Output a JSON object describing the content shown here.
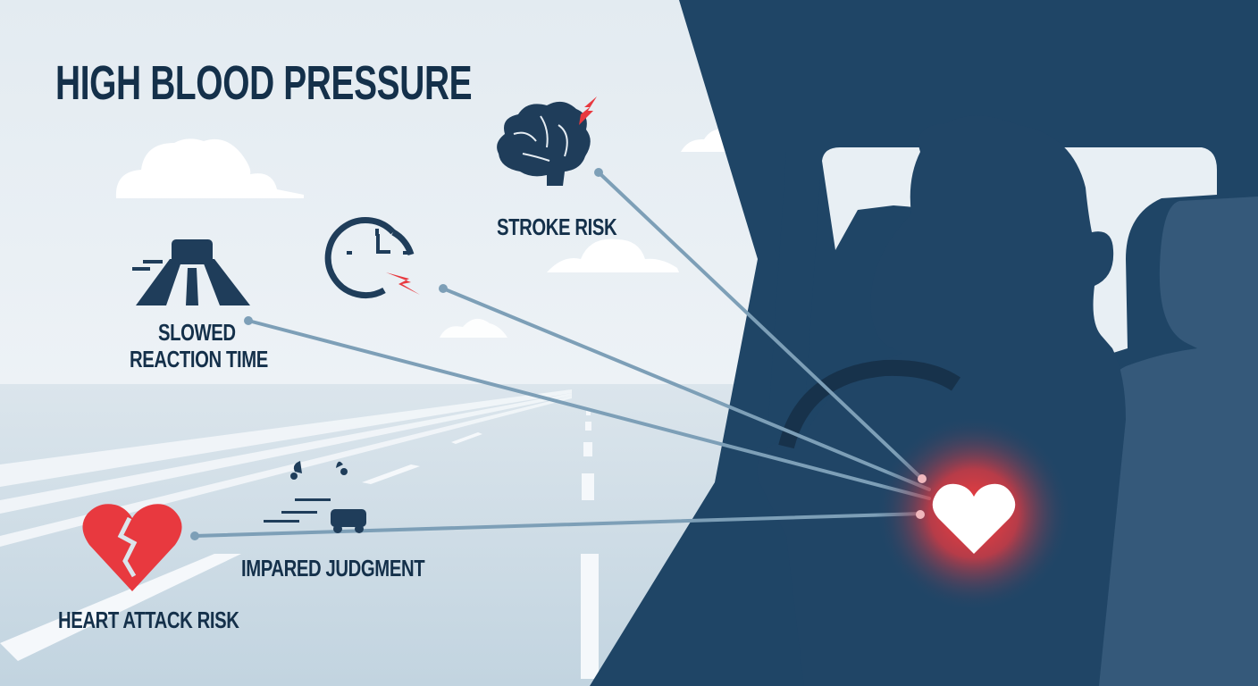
{
  "title": "HIGH BLOOD PRESSURE",
  "callouts": [
    {
      "id": "stroke",
      "label": "STROKE RISK",
      "icon": "brain-lightning-icon"
    },
    {
      "id": "reaction",
      "label_line1": "SLOWED",
      "label_line2": "REACTION TIME",
      "icon": "car-on-road-icon"
    },
    {
      "id": "clock",
      "icon": "clock-lightning-icon"
    },
    {
      "id": "judgment",
      "label": "IMPARED JUDGMENT",
      "icon": "swerving-car-icon"
    },
    {
      "id": "heart_attack",
      "label": "HEART ATTACK RISK",
      "icon": "broken-heart-icon"
    }
  ],
  "focal": {
    "icon": "glowing-heart-icon"
  },
  "colors": {
    "navy": "#1f4566",
    "dark_text": "#14304a",
    "sky": "#e6edf3",
    "road": "#c5d6e1",
    "accent_red": "#e8393f",
    "connector": "#7b9db5",
    "seat": "#35597a"
  }
}
